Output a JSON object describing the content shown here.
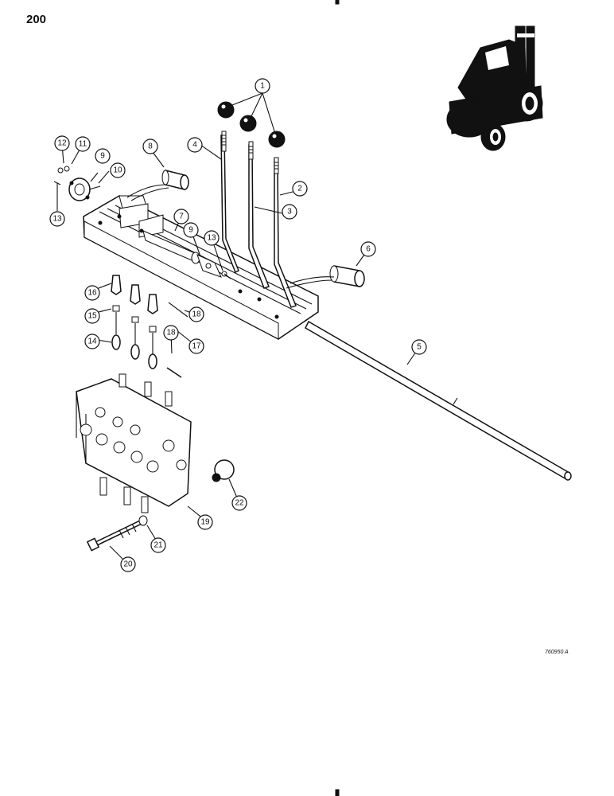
{
  "page_number": "200",
  "figure_ref": "760950 A",
  "callouts": [
    "1",
    "2",
    "3",
    "4",
    "5",
    "6",
    "7",
    "8",
    "9",
    "10",
    "11",
    "12",
    "13",
    "14",
    "15",
    "16",
    "17",
    "18",
    "19",
    "20",
    "21",
    "22",
    "9",
    "13",
    "18"
  ]
}
